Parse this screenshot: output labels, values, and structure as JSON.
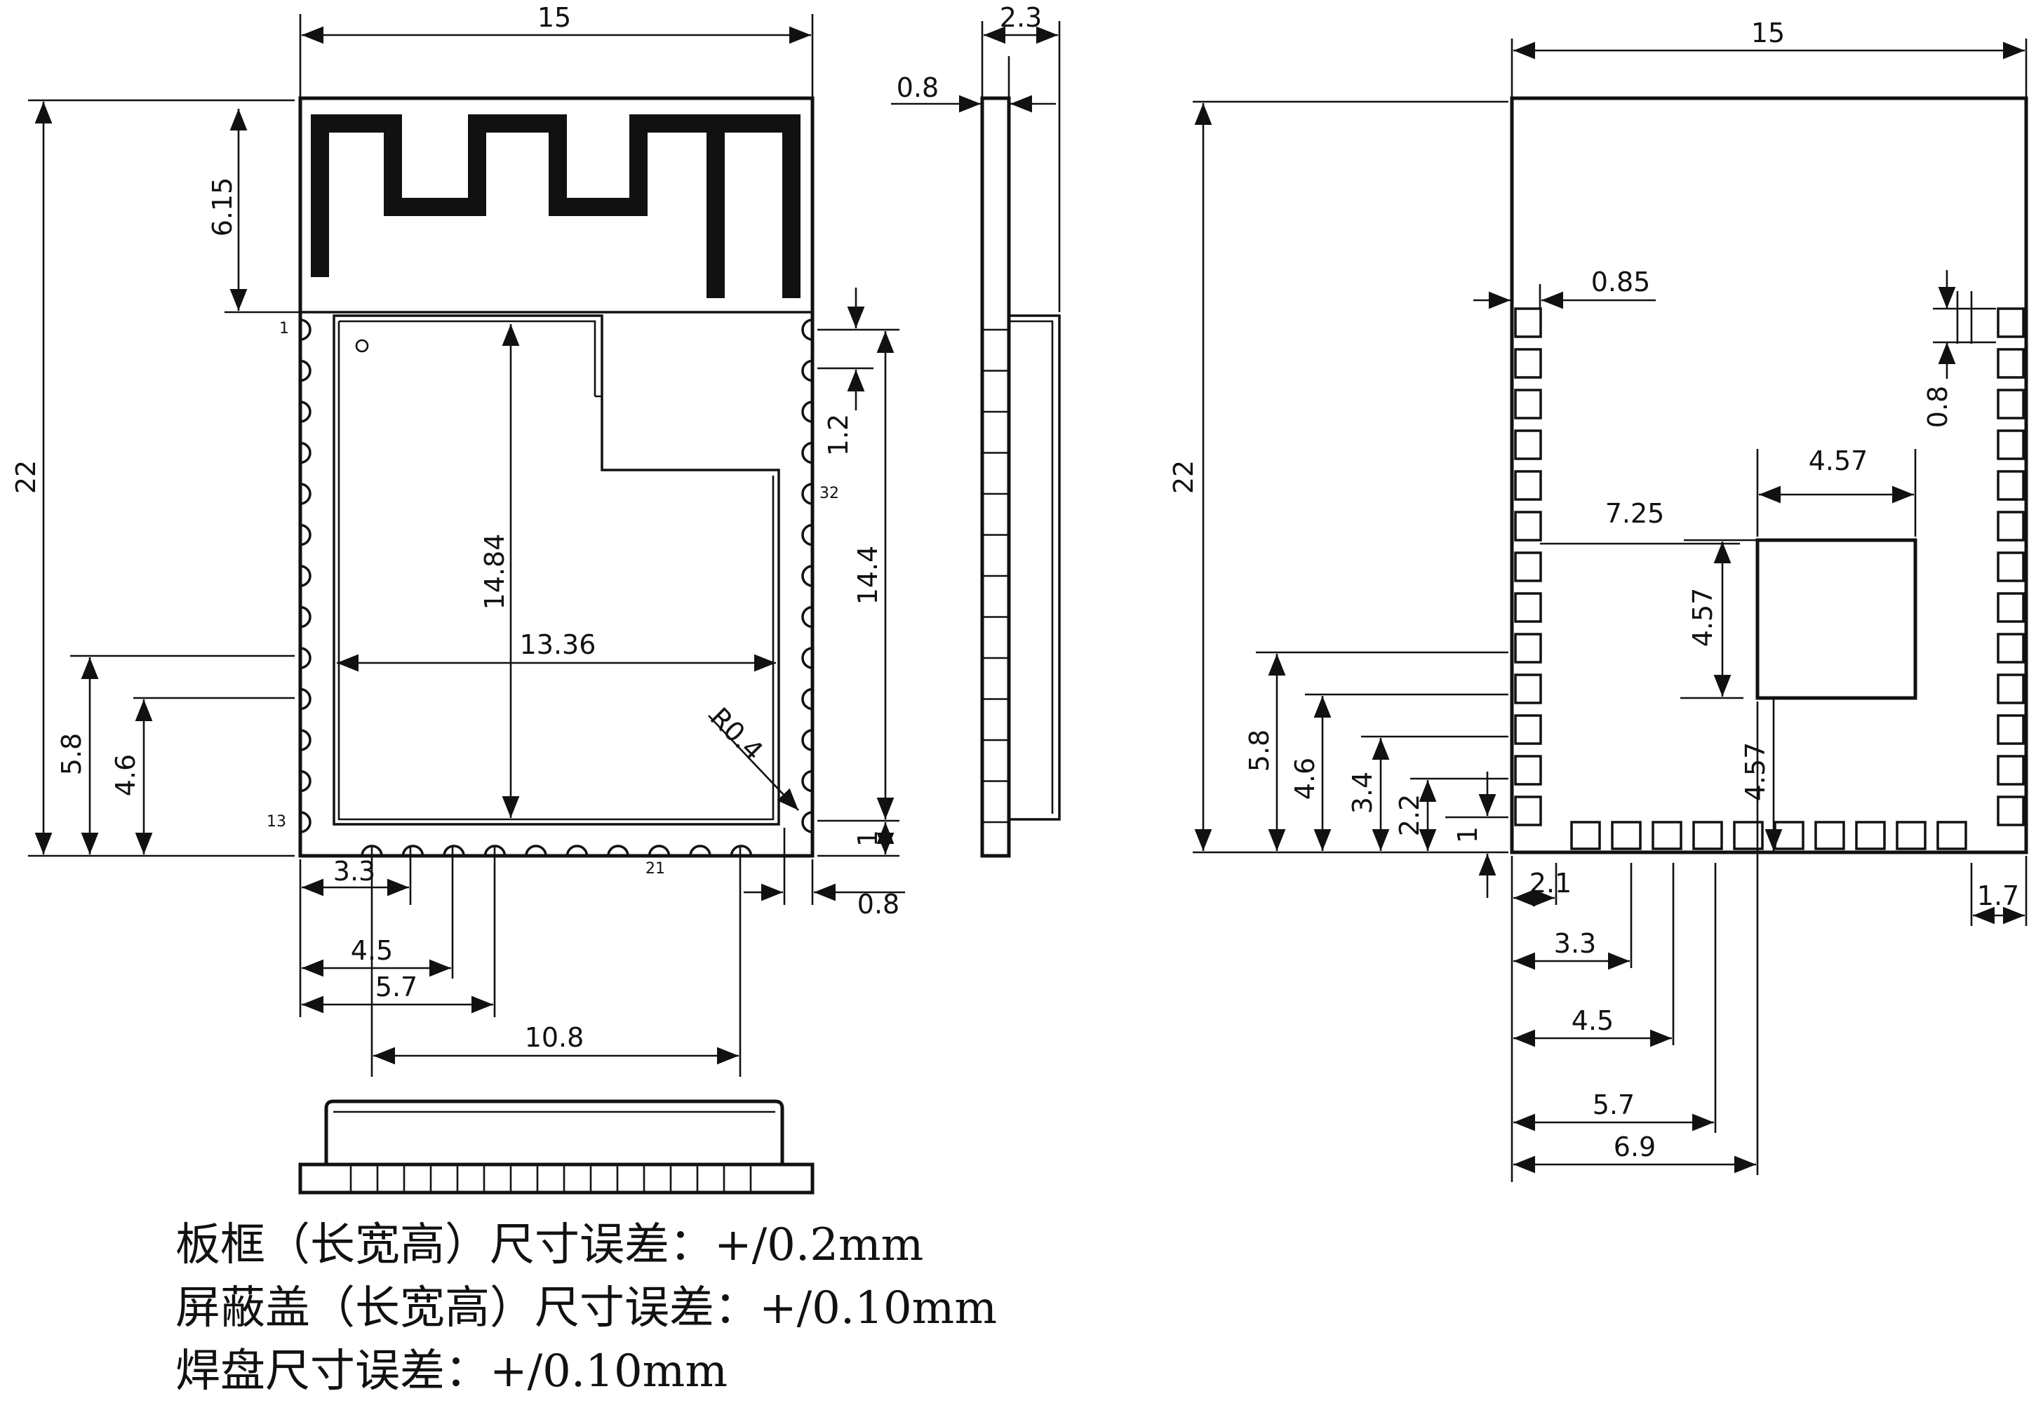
{
  "module_front": {
    "width": "15",
    "height": "22",
    "antenna": "6.15",
    "shield_height": "14.84",
    "shield_width": "13.36",
    "right_span": "14.4",
    "pitch": "1.2",
    "corner_radius": "R0.4",
    "pad_left_a": "5.8",
    "pad_left_b": "4.6",
    "bottom_edge": "1",
    "edge_gap": "0.8",
    "bottom_pads": [
      "3.3",
      "4.5",
      "5.7",
      "10.8"
    ],
    "pin_labels": [
      "1",
      "13",
      "21",
      "32"
    ]
  },
  "module_side": {
    "thickness": "2.3",
    "board": "0.8"
  },
  "footprint": {
    "width": "15",
    "height": "22",
    "pad_width": "0.85",
    "pad_pitch": "0.8",
    "center_pad": "4.57",
    "center_pad_height": "4.57",
    "center_pad_offset": "7.25",
    "center_pad_y": "4.57",
    "left_dims": [
      "5.8",
      "4.6",
      "3.4",
      "2.2",
      "1"
    ],
    "bottom_dims": [
      "2.1",
      "3.3",
      "4.5",
      "5.7",
      "6.9"
    ],
    "right_corner": "1.7"
  },
  "notes": [
    "板框（长宽高）尺寸误差：+/0.2mm",
    "屏蔽盖（长宽高）尺寸误差：+/0.10mm",
    "焊盘尺寸误差：+/0.10mm"
  ]
}
